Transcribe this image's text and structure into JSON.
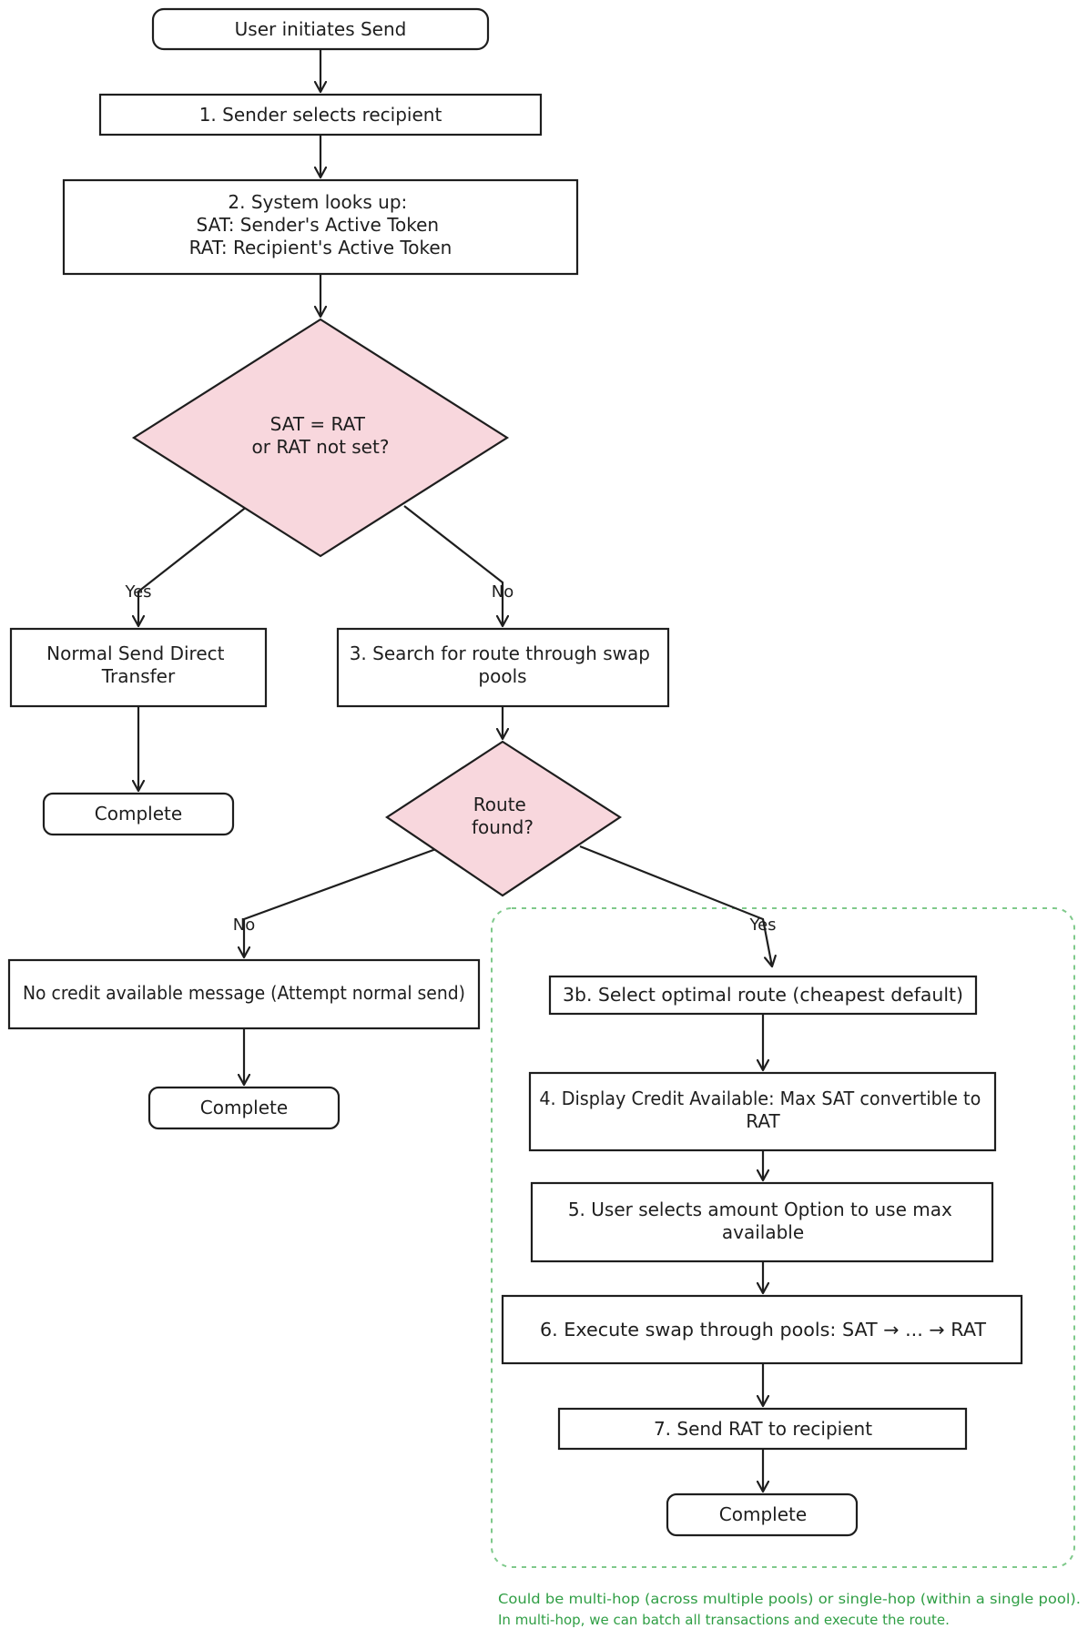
{
  "colors": {
    "stroke": "#1e1e1e",
    "decision_fill": "#f8d7dd",
    "group_border": "#7fc98b",
    "note": "#2f9e44"
  },
  "nodes": {
    "start": "User initiates Send",
    "step1": "1. Sender selects recipient",
    "step2": [
      "2. System looks up:",
      "SAT: Sender's Active Token",
      "RAT: Recipient's Active Token"
    ],
    "decision1": [
      "SAT = RAT",
      "or RAT not set?"
    ],
    "normal_send": [
      "Normal Send Direct",
      "Transfer"
    ],
    "complete_left": "Complete",
    "step3": [
      "3. Search for route through swap",
      "pools"
    ],
    "decision2": [
      "Route",
      "found?"
    ],
    "no_credit": "No credit available message (Attempt normal send)",
    "complete_middle": "Complete",
    "step3b": "3b. Select optimal route (cheapest default)",
    "step4": [
      "4. Display Credit Available: Max SAT convertible to",
      "RAT"
    ],
    "step5": [
      "5. User selects amount Option to use max",
      "available"
    ],
    "step6": "6. Execute swap through pools: SAT → ... → RAT",
    "step7": "7. Send RAT to recipient",
    "complete_right": "Complete"
  },
  "edge_labels": {
    "d1_yes": "Yes",
    "d1_no": "No",
    "d2_no": "No",
    "d2_yes": "Yes"
  },
  "note": [
    "Could be multi-hop (across multiple pools) or single-hop (within a single pool).",
    "In multi-hop, we can batch all transactions and execute the route."
  ]
}
